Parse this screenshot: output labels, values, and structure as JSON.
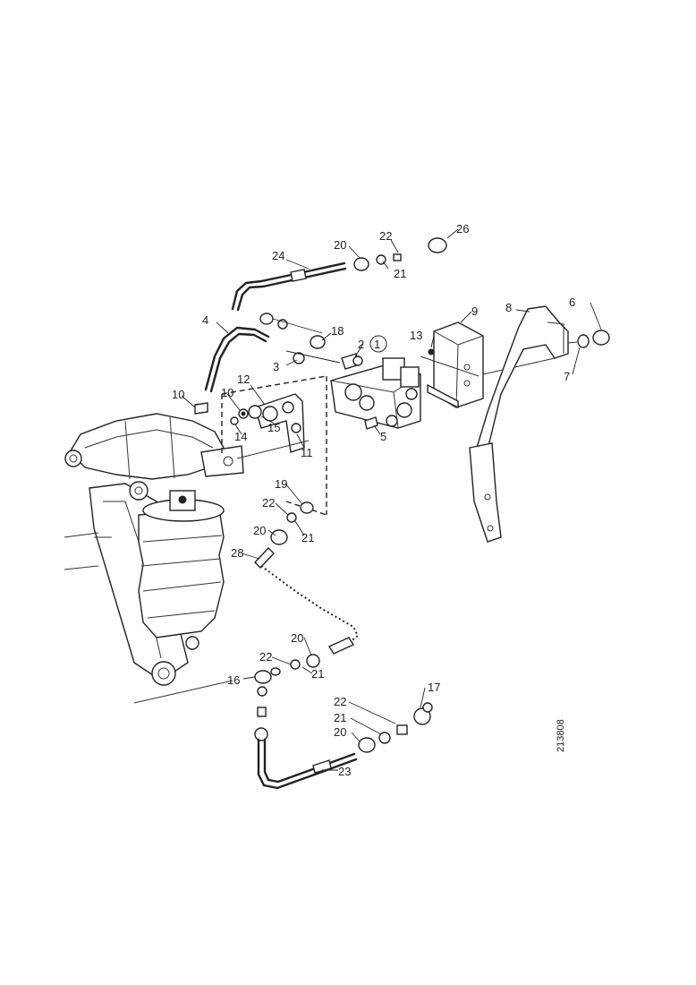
{
  "callouts": {
    "c1": "1",
    "c2": "2",
    "c3": "3",
    "c4": "4",
    "c5": "5",
    "c6": "6",
    "c7": "7",
    "c8": "8",
    "c9": "9",
    "c10a": "10",
    "c10b": "10",
    "c11": "11",
    "c12": "12",
    "c13": "13",
    "c14": "14",
    "c15": "15",
    "c16": "16",
    "c17": "17",
    "c18": "18",
    "c19": "19",
    "c20a": "20",
    "c20b": "20",
    "c20c": "20",
    "c20d": "20",
    "c21a": "21",
    "c21b": "21",
    "c21c": "21",
    "c21d": "21",
    "c22a": "22",
    "c22b": "22",
    "c22c": "22",
    "c22d": "22",
    "c23": "23",
    "c24": "24",
    "c26": "26",
    "c28": "28"
  },
  "reference_number": "213808"
}
